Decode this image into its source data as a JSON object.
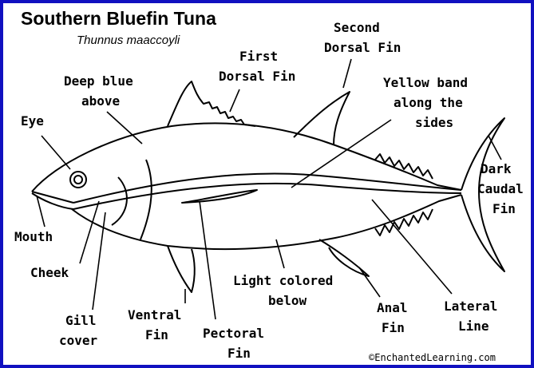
{
  "title": "Southern Bluefin Tuna",
  "scientific_name": "Thunnus maaccoyli",
  "copyright": "©EnchantedLearning.com",
  "colors": {
    "border": "#1010c0",
    "background": "#ffffff",
    "ink": "#000000"
  },
  "labels": {
    "eye": "Eye",
    "deep_blue_1": "Deep blue",
    "deep_blue_2": "above",
    "first_dorsal_1": "First",
    "first_dorsal_2": "Dorsal Fin",
    "second_dorsal_1": "Second",
    "second_dorsal_2": "Dorsal Fin",
    "yellow_band_1": "Yellow band",
    "yellow_band_2": "along the",
    "yellow_band_3": "sides",
    "dark_caudal_1": "Dark",
    "dark_caudal_2": "Caudal",
    "dark_caudal_3": "Fin",
    "mouth": "Mouth",
    "cheek": "Cheek",
    "gill_1": "Gill",
    "gill_2": "cover",
    "ventral_1": "Ventral",
    "ventral_2": "Fin",
    "pectoral_1": "Pectoral",
    "pectoral_2": "Fin",
    "light_1": "Light colored",
    "light_2": "below",
    "anal_1": "Anal",
    "anal_2": "Fin",
    "lateral_1": "Lateral",
    "lateral_2": "Line"
  }
}
